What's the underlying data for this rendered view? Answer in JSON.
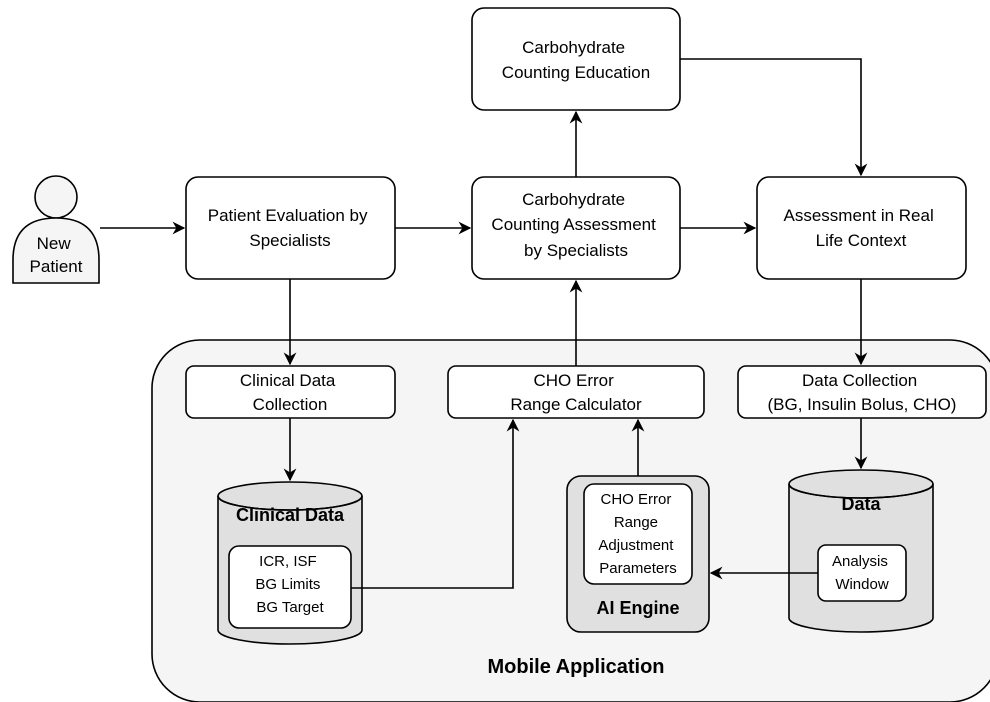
{
  "diagram": {
    "new_patient": [
      "New",
      "Patient"
    ],
    "patient_evaluation": [
      "Patient Evaluation by",
      "Specialists"
    ],
    "cho_counting_assessment": [
      "Carbohydrate",
      "Counting Assessment",
      "by Specialists"
    ],
    "cho_counting_education": [
      "Carbohydrate",
      "Counting Education"
    ],
    "assessment_real_life": [
      "Assessment in Real",
      "Life Context"
    ],
    "clinical_data_collection": [
      "Clinical Data",
      "Collection"
    ],
    "cho_error_range_calculator": [
      "CHO Error",
      "Range Calculator"
    ],
    "data_collection": [
      "Data Collection",
      "(BG, Insulin Bolus, CHO)"
    ],
    "clinical_data_db": "Clinical Data",
    "clinical_params": [
      "ICR, ISF",
      "BG Limits",
      "BG Target"
    ],
    "ai_engine": "AI Engine",
    "ai_params": [
      "CHO Error",
      "Range",
      "Adjustment",
      "Parameters"
    ],
    "data_db": "Data",
    "analysis_window": [
      "Analysis",
      "Window"
    ],
    "mobile_application": "Mobile Application"
  }
}
